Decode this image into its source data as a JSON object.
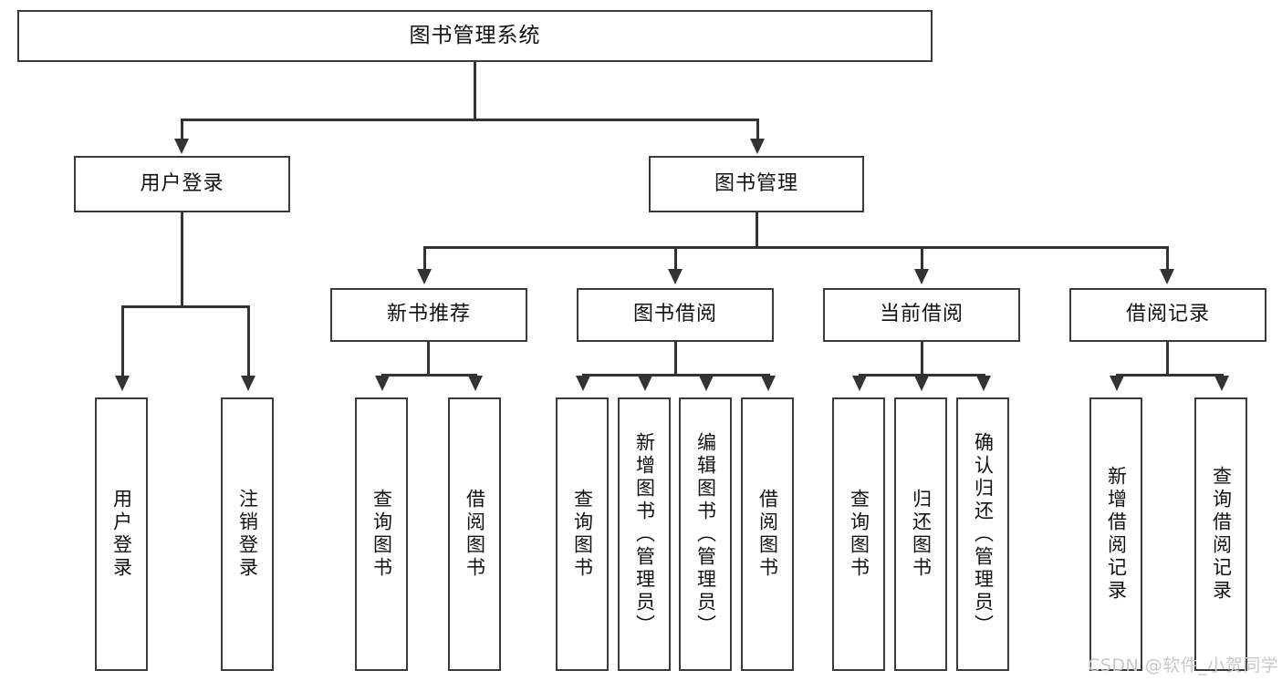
{
  "diagram": {
    "title_node": {
      "label": "图书管理系统"
    },
    "level1": [
      {
        "id": "user-login",
        "label": "用户登录"
      },
      {
        "id": "book-management",
        "label": "图书管理"
      }
    ],
    "level2": [
      {
        "id": "new-book-recommend",
        "label": "新书推荐"
      },
      {
        "id": "book-borrow",
        "label": "图书借阅"
      },
      {
        "id": "current-borrow",
        "label": "当前借阅"
      },
      {
        "id": "borrow-record",
        "label": "借阅记录"
      }
    ],
    "leaves": {
      "user_login": [
        {
          "id": "leaf-user-login",
          "label": "用户登录"
        },
        {
          "id": "leaf-logout-login",
          "label": "注销登录"
        }
      ],
      "new_book_recommend": [
        {
          "id": "leaf-query-book-1",
          "label": "查询图书"
        },
        {
          "id": "leaf-borrow-book-1",
          "label": "借阅图书"
        }
      ],
      "book_borrow": [
        {
          "id": "leaf-query-book-2",
          "label": "查询图书"
        },
        {
          "id": "leaf-add-book",
          "label": "新增图书（管理员）"
        },
        {
          "id": "leaf-edit-book",
          "label": "编辑图书（管理员）"
        },
        {
          "id": "leaf-borrow-book-2",
          "label": "借阅图书"
        }
      ],
      "current_borrow": [
        {
          "id": "leaf-query-book-3",
          "label": "查询图书"
        },
        {
          "id": "leaf-return-book",
          "label": "归还图书"
        },
        {
          "id": "leaf-confirm-return",
          "label": "确认归还（管理员）"
        }
      ],
      "borrow_record": [
        {
          "id": "leaf-add-record",
          "label": "新增借阅记录"
        },
        {
          "id": "leaf-query-record",
          "label": "查询借阅记录"
        }
      ]
    },
    "watermark": "CSDN @软件_小贺同学",
    "colors": {
      "stroke": "#3a3a3a",
      "connector": "#333333",
      "background": "#ffffff",
      "text": "#111111",
      "watermark": "#c8c8c8"
    }
  }
}
